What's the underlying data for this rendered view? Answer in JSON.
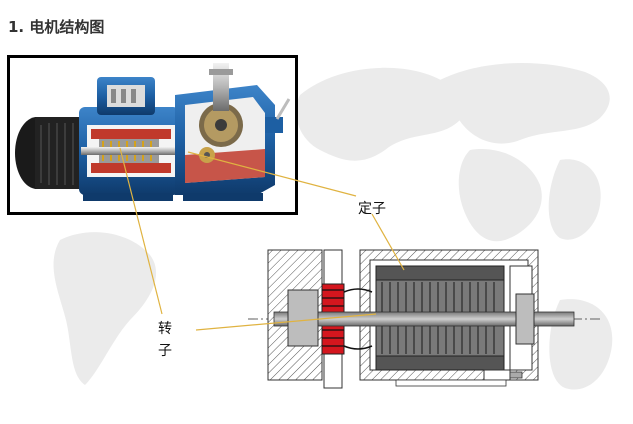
{
  "title": "1. 电机结构图",
  "labels": {
    "stator": "定子",
    "rotor_line1": "转",
    "rotor_line2": "子"
  },
  "colors": {
    "background": "#ffffff",
    "map_shade": "#ebebeb",
    "title_text": "#333333",
    "motor_body_blue": "#1d5fa3",
    "cutaway_red": "#c0392b",
    "rotor_red": "#d4161e",
    "callout_line": "#e0b341",
    "core_gray": "#6f6f6f",
    "hatch": "#555555"
  },
  "icons": {
    "background": "world-map-watermark",
    "photo": "motor-cutaway-photo",
    "drawing": "motor-cross-section-drawing"
  }
}
